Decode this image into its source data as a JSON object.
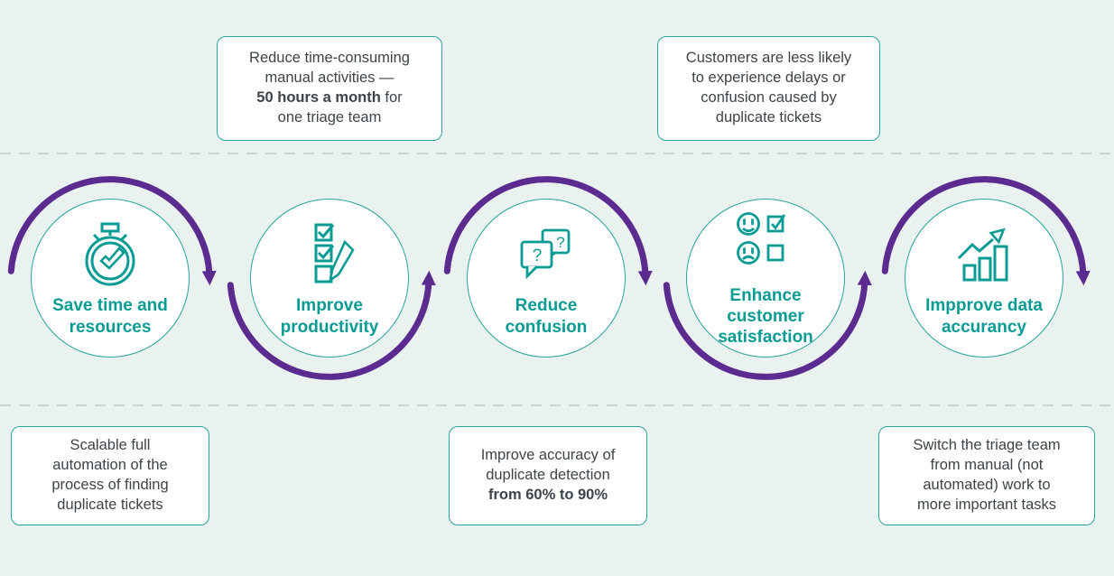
{
  "colors": {
    "background": "#e9f2ee",
    "teal": "#0a9c94",
    "teal_border": "#2aa49c",
    "purple": "#5c2b8f",
    "text": "#3d4449",
    "dash_gray": "#ccd1d5"
  },
  "top_callouts": [
    {
      "pre": "Reduce time-consuming\nmanual activities —\n",
      "bold": "50 hours a month",
      "post": " for\none triage team"
    },
    {
      "pre": "Customers are less likely\nto experience delays or\nconfusion caused by\nduplicate tickets",
      "bold": "",
      "post": ""
    }
  ],
  "steps": [
    {
      "label": "Save time and\nresources",
      "icon": "stopwatch-check-icon",
      "arc": "over-top"
    },
    {
      "label": "Improve\nproductivity",
      "icon": "checklist-pencil-icon",
      "arc": "under-bottom"
    },
    {
      "label": "Reduce\nconfusion",
      "icon": "question-bubbles-icon",
      "arc": "over-top"
    },
    {
      "label": "Enhance\ncustomer\nsatisfaction",
      "icon": "satisfaction-survey-icon",
      "arc": "under-bottom"
    },
    {
      "label": "Impprove data\naccurancy",
      "icon": "growth-chart-icon",
      "arc": "over-top"
    }
  ],
  "bottom_callouts": [
    {
      "pre": "Scalable full\nautomation of the\nprocess of finding\nduplicate tickets",
      "bold": "",
      "post": ""
    },
    {
      "pre": "Improve accuracy of\nduplicate detection\n",
      "bold": "from 60% to 90%",
      "post": ""
    },
    {
      "pre": "Switch the triage team\nfrom manual (not\nautomated) work to\nmore important tasks",
      "bold": "",
      "post": ""
    }
  ],
  "icon_glyphs": {
    "question_mark": "?"
  }
}
